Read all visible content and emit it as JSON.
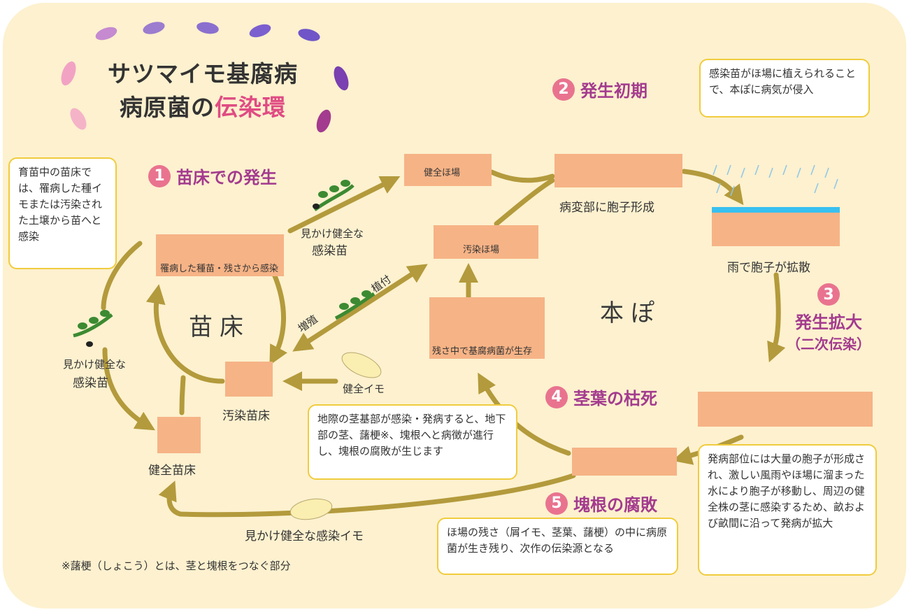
{
  "title": {
    "line1": "サツマイモ基腐病",
    "line2_prefix": "病原菌の",
    "line2_highlight": "伝染環"
  },
  "steps": [
    {
      "num": "1",
      "title": "苗床での発生"
    },
    {
      "num": "2",
      "title": "発生初期"
    },
    {
      "num": "3",
      "title": "発生拡大",
      "subtitle": "（二次伝染）"
    },
    {
      "num": "4",
      "title": "茎葉の枯死"
    },
    {
      "num": "5",
      "title": "塊根の腐敗"
    }
  ],
  "callouts": {
    "nursery": "育苗中の苗床では、罹病した種イモまたは汚染された土壌から苗へと感染",
    "early": "感染苗がほ場に植えられることで、本ぽに病気が侵入",
    "spread": "発病部位には大量の胞子が形成され、激しい風雨やほ場に溜まった水により胞子が移動し、周辺の健全株の茎に感染するため、畝および畝間に沿って発病が拡大",
    "wilt": "地際の茎基部が感染・発病すると、地下部の茎、藷梗※、塊根へと病徴が進行し、塊根の腐敗が生じます",
    "rot": "ほ場の残さ（屑イモ、茎葉、藷梗）の中に病原菌が生き残り、次作の伝染源となる"
  },
  "areas": {
    "nursery": "苗床",
    "field": "本ぽ"
  },
  "labels": {
    "nursery_soil": "罹病した種苗・残さから感染",
    "apparent_seedling_right_1": "見かけ健全な",
    "apparent_seedling_right_2": "感染苗",
    "apparent_seedling_left_1": "見かけ健全な",
    "apparent_seedling_left_2": "感染苗",
    "healthy_field": "健全ほ場",
    "contaminated_field": "汚染ほ場",
    "residue": "残さ中で基腐病菌が生存",
    "spore_formation": "病変部に胞子形成",
    "rain_spread": "雨で胞子が拡散",
    "increase": "増殖",
    "planting": "植付",
    "healthy_potato": "健全イモ",
    "contaminated_bed": "汚染苗床",
    "healthy_bed": "健全苗床",
    "apparent_potato": "見かけ健全な感染イモ",
    "footnote": "※藷梗（しょこう）とは、茎と塊根をつなぐ部分"
  },
  "colors": {
    "background": "#fdf1cf",
    "soil": "#f6b386",
    "arrow": "#b39a3c",
    "step_number": "#e9738f",
    "step_title": "#a33b8e",
    "callout_border": "#f0cc3d",
    "title_highlight": "#e04b83"
  }
}
